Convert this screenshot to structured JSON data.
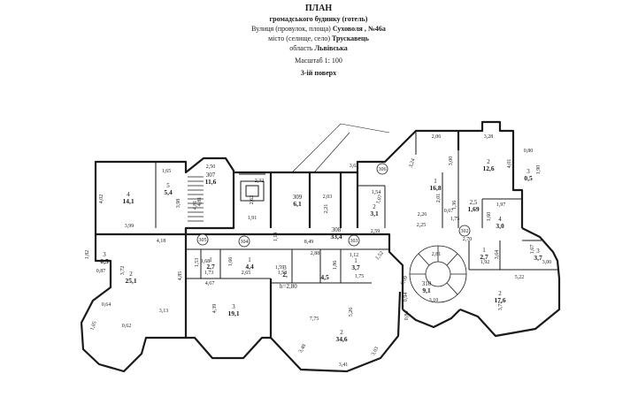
{
  "header": {
    "title": "ПЛАН",
    "subtitle": "громадського будинку (готель)",
    "street_label": "Вулиця  (провулок, площа)",
    "street_value": "Суховоля , №46а",
    "city_label": "місто (селище, село)",
    "city_value": "Трускавець",
    "region_label": "область",
    "region_value": "Львівська",
    "scale": "Масштаб 1: 100",
    "floor": "3-ій поверх"
  },
  "rooms": [
    {
      "id": "r-4-14",
      "no": "4",
      "area": "14,1"
    },
    {
      "id": "r-5-54",
      "no": "5",
      "area": "5,4"
    },
    {
      "id": "r-307",
      "no": "307",
      "area": "11,6"
    },
    {
      "id": "r-309",
      "no": "309",
      "area": "6,1"
    },
    {
      "id": "r-308",
      "no": "308",
      "area": "33,4"
    },
    {
      "id": "r-2-31",
      "no": "2",
      "area": "3,1"
    },
    {
      "id": "r-1-168",
      "no": "1",
      "area": "16,8"
    },
    {
      "id": "r-2-126",
      "no": "2",
      "area": "12,6"
    },
    {
      "id": "r-3-05a",
      "no": "3",
      "area": "0,5"
    },
    {
      "id": "r-25-169",
      "no": "2,5",
      "area": "1,69"
    },
    {
      "id": "r-4-30",
      "no": "4",
      "area": "3,0"
    },
    {
      "id": "r-3-05b",
      "no": "3",
      "area": "0,5"
    },
    {
      "id": "r-2-251",
      "no": "2",
      "area": "25,1"
    },
    {
      "id": "r-1-27a",
      "no": "1",
      "area": "2,7"
    },
    {
      "id": "r-1-44",
      "no": "1",
      "area": "4,4"
    },
    {
      "id": "r-3-191",
      "no": "3",
      "area": "19,1"
    },
    {
      "id": "r-45",
      "no": "",
      "area": "4,5"
    },
    {
      "id": "r-1-37",
      "no": "1",
      "area": "3,7"
    },
    {
      "id": "r-2-346",
      "no": "2",
      "area": "34,6"
    },
    {
      "id": "r-310",
      "no": "310",
      "area": "9,1"
    },
    {
      "id": "r-1-27b",
      "no": "1",
      "area": "2,7"
    },
    {
      "id": "r-3-37",
      "no": "3",
      "area": "3,7"
    },
    {
      "id": "r-2-176",
      "no": "2",
      "area": "17,6"
    },
    {
      "id": "r-3-2",
      "no": "3",
      "area": "2,"
    }
  ],
  "marks": [
    "305",
    "304",
    "303",
    "306",
    "302"
  ],
  "ceiling": "h=2,80",
  "dimensions": [
    "1,65",
    "2,50",
    "2,32",
    "3,62",
    "2,06",
    "3,28",
    "0,80",
    "1,90",
    "4,02",
    "3,98",
    "4,81",
    "2,62",
    "2,03",
    "1,54",
    "1,07",
    "3,24",
    "3,00",
    "2,01",
    "0,67",
    "1,36",
    "4,01",
    "3,99",
    "1,91",
    "1,14",
    "2,21",
    "2,59",
    "2,26",
    "2,25",
    "1,75",
    "1,97",
    "1,60",
    "4,18",
    "8,49",
    "2,70",
    "1,82",
    "0,87",
    "3,72",
    "4,85",
    "1,73",
    "1,66",
    "4,67",
    "2,65",
    "1,58",
    "2,88",
    "1,12",
    "1,52",
    "1,86",
    "1,75",
    "0,94",
    "2,81",
    "3,64",
    "1,92",
    "5,22",
    "1,67",
    "0,64",
    "3,13",
    "4,39",
    "7,75",
    "5,26",
    "3,71",
    "1,05",
    "0,62",
    "3,48",
    "3,41",
    "3,03",
    "0,84",
    "3,10",
    "1,53",
    "1,59",
    "1,68",
    "0,09",
    "3,00",
    "4,81"
  ]
}
